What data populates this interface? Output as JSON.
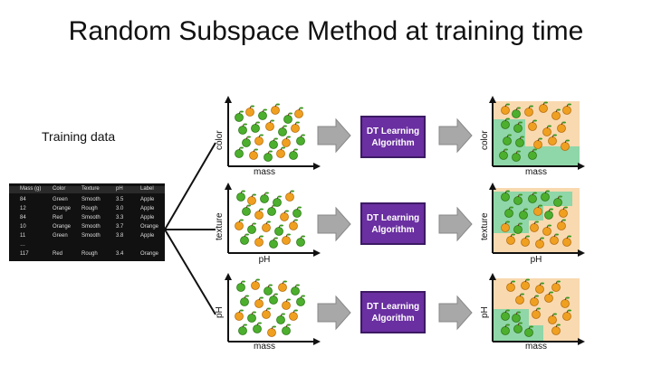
{
  "slide": {
    "title": "Random Subspace Method at training time",
    "training_label": "Training data"
  },
  "table": {
    "headers": [
      "Mass (g)",
      "Color",
      "Texture",
      "pH",
      "Label"
    ],
    "rows": [
      [
        "84",
        "Green",
        "Smooth",
        "3.5",
        "Apple"
      ],
      [
        "12",
        "Orange",
        "Rough",
        "3.0",
        "Apple"
      ],
      [
        "84",
        "Red",
        "Smooth",
        "3.3",
        "Apple"
      ],
      [
        "10",
        "Orange",
        "Smooth",
        "3.7",
        "Orange"
      ],
      [
        "11",
        "Green",
        "Smooth",
        "3.8",
        "Apple"
      ],
      [
        "…",
        "",
        "",
        "",
        ""
      ],
      [
        "117",
        "Red",
        "Rough",
        "3.4",
        "Orange"
      ]
    ]
  },
  "rows": [
    {
      "ylabel": "color",
      "xlabel": "mass",
      "ylabel_out": "color",
      "xlabel_out": "mass",
      "algo_line1": "DT Learning",
      "algo_line2": "Algorithm"
    },
    {
      "ylabel": "texture",
      "xlabel": "pH",
      "ylabel_out": "texture",
      "xlabel_out": "pH",
      "algo_line1": "DT Learning",
      "algo_line2": "Algorithm"
    },
    {
      "ylabel": "pH",
      "xlabel": "mass",
      "ylabel_out": "pH",
      "xlabel_out": "mass",
      "algo_line1": "DT Learning",
      "algo_line2": "Algorithm"
    }
  ],
  "colors": {
    "apple": "#4caf2e",
    "orange": "#f0a020",
    "algo": "#6a2fa1",
    "region_orange": "#f9d9b0",
    "region_green": "#8fd6a8",
    "arrow": "#a8a8a8"
  }
}
